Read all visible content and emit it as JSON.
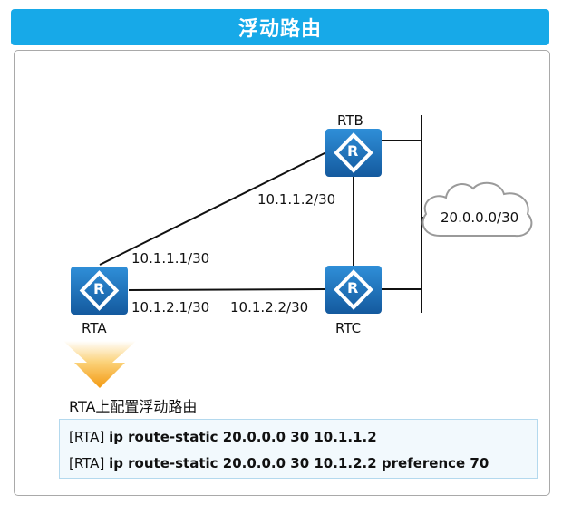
{
  "title": "浮动路由",
  "routers": {
    "rta": "RTA",
    "rtb": "RTB",
    "rtc": "RTC"
  },
  "router_icon_letter": "R",
  "cloud_label": "20.0.0.0/30",
  "links": {
    "rta_rtb_rta_side": "10.1.1.1/30",
    "rta_rtb_rtb_side": "10.1.1.2/30",
    "rta_rtc_rta_side": "10.1.2.1/30",
    "rta_rtc_rtc_side": "10.1.2.2/30"
  },
  "config_title": "RTA上配置浮动路由",
  "commands": [
    {
      "prefix": "[RTA] ",
      "command": "ip route-static 20.0.0.0 30 10.1.1.2"
    },
    {
      "prefix": "[RTA] ",
      "command": "ip route-static 20.0.0.0 30 10.1.2.2  preference 70"
    }
  ],
  "colors": {
    "title_bg": "#17a9e8",
    "router_fill": "#1f6fb5",
    "arrow_orange": "#f5a623",
    "cmd_box_border": "#b4d9ee"
  }
}
